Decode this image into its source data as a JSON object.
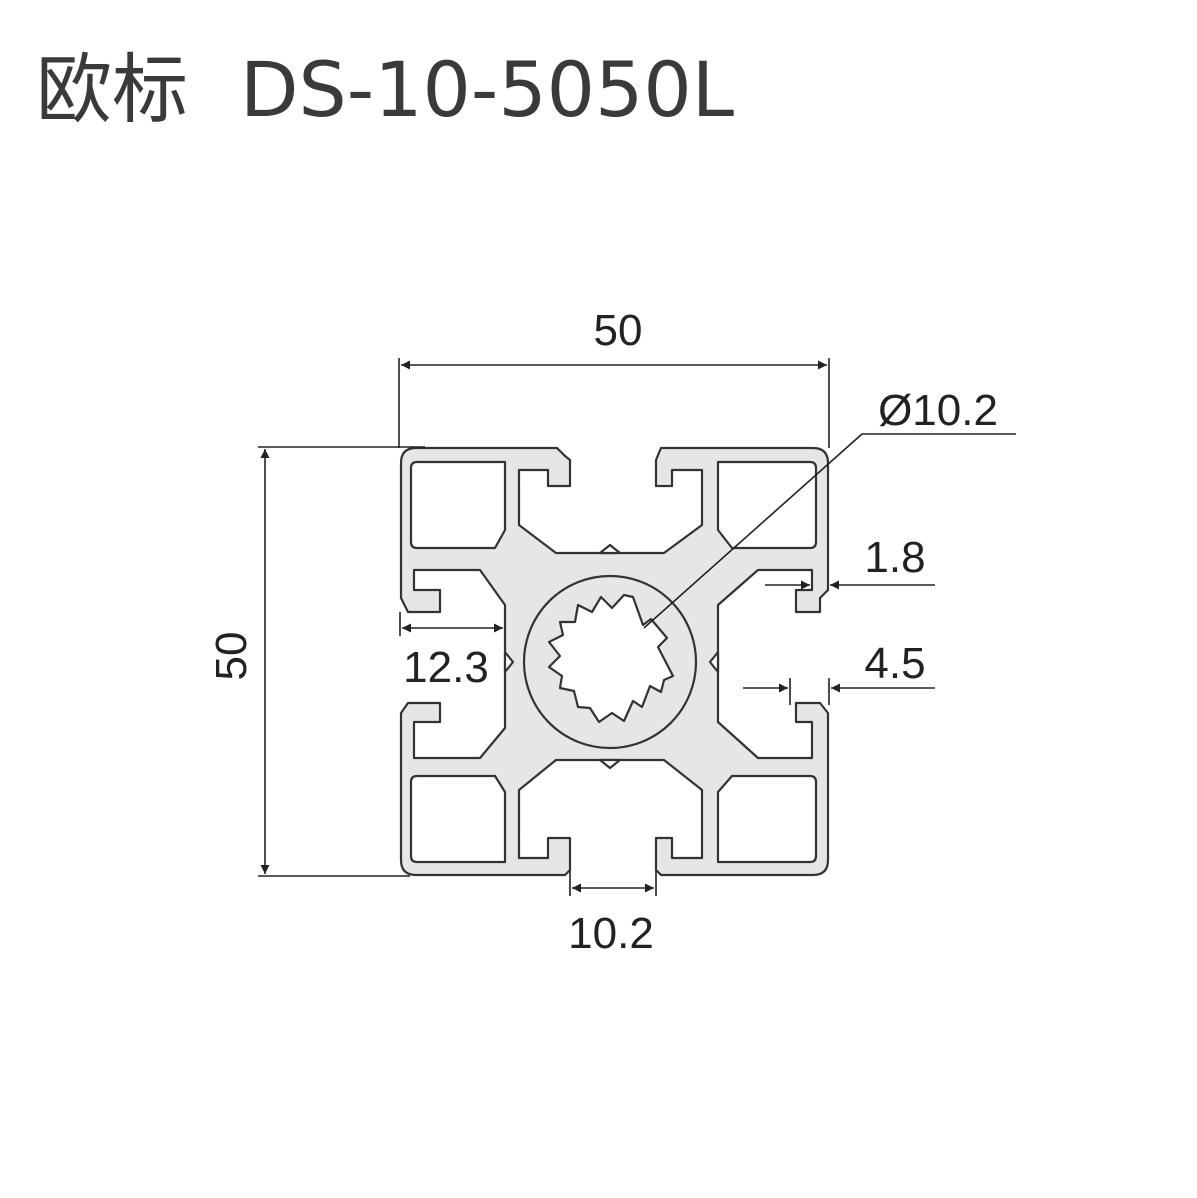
{
  "title": {
    "standard": "欧标",
    "model": "DS-10-5050L"
  },
  "dimensions": {
    "width": "50",
    "height": "50",
    "bore_diameter": "Ø10.2",
    "wall_thickness": "1.8",
    "slot_depth": "4.5",
    "slot_offset": "12.3",
    "slot_width": "10.2"
  },
  "colors": {
    "profile_fill": "#e6e6e6",
    "outline": "#333333",
    "text": "#222222"
  }
}
